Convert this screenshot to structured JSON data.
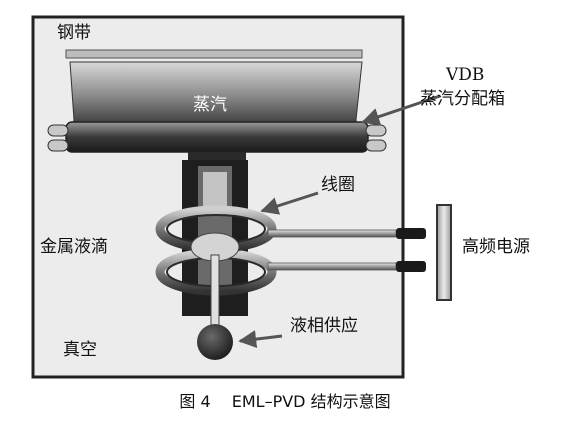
{
  "labels": {
    "steel_strip": "钢带",
    "vapor": "蒸汽",
    "vdb_title": "VDB",
    "vdb_box": "蒸汽分配箱",
    "coil": "线圈",
    "metal_droplet": "金属液滴",
    "hf_power": "高频电源",
    "liquid_supply": "液相供应",
    "vacuum": "真空"
  },
  "caption": "图 4　 EML–PVD 结构示意图"
}
